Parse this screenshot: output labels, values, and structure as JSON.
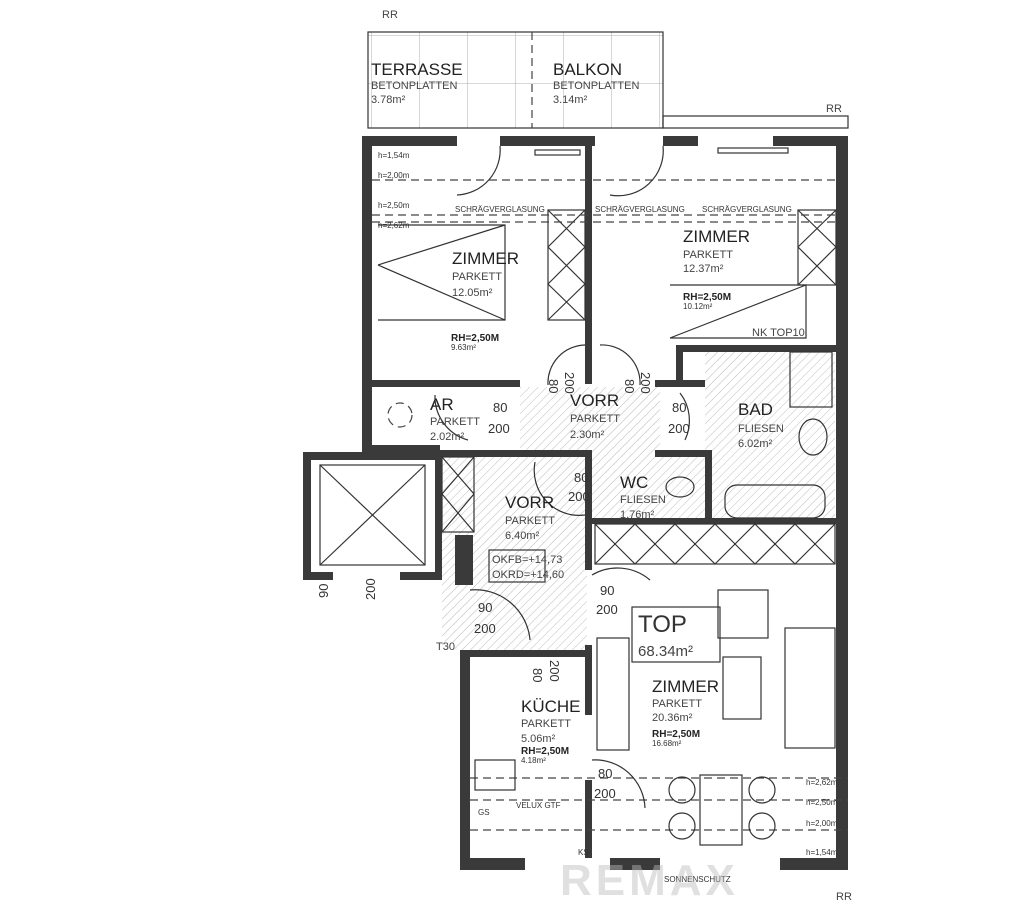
{
  "markers": {
    "rr": "RR",
    "t30": "T30",
    "nk": "NK TOP10",
    "sonnenschutz": "SONNENSCHUTZ",
    "schraegverglasung": "SCHRÄGVERGLASUNG",
    "velux": "VELUX GTF",
    "gs": "GS",
    "ks": "KS"
  },
  "heights": [
    "h=1,54m",
    "h=2,00m",
    "h=2,50m",
    "h=2,62m"
  ],
  "rooms": {
    "terrasse": {
      "name": "TERRASSE",
      "floor": "BETONPLATTEN",
      "area": "3.78m²"
    },
    "balkon": {
      "name": "BALKON",
      "floor": "BETONPLATTEN",
      "area": "3.14m²"
    },
    "zimmer1": {
      "name": "ZIMMER",
      "floor": "PARKETT",
      "area": "12.05m²",
      "rh": "RH=2,50M",
      "rh_area": "9.63m²"
    },
    "zimmer2": {
      "name": "ZIMMER",
      "floor": "PARKETT",
      "area": "12.37m²",
      "rh": "RH=2,50M",
      "rh_area": "10.12m²"
    },
    "ar": {
      "name": "AR",
      "floor": "PARKETT",
      "area": "2.02m²"
    },
    "vorr1": {
      "name": "VORR",
      "floor": "PARKETT",
      "area": "2.30m²"
    },
    "bad": {
      "name": "BAD",
      "floor": "FLIESEN",
      "area": "6.02m²"
    },
    "wc": {
      "name": "WC",
      "floor": "FLIESEN",
      "area": "1.76m²"
    },
    "vorr2": {
      "name": "VORR",
      "floor": "PARKETT",
      "area": "6.40m²",
      "okff": "OKFB=+14,73",
      "okrd": "OKRD=+14,60"
    },
    "kueche": {
      "name": "KÜCHE",
      "floor": "PARKETT",
      "area": "5.06m²",
      "rh": "RH=2,50M",
      "rh_area": "4.18m²"
    },
    "wohnen": {
      "name": "ZIMMER",
      "floor": "PARKETT",
      "area": "20.36m²",
      "rh": "RH=2,50M",
      "rh_area": "16.68m²"
    }
  },
  "top": {
    "label": "TOP",
    "area": "68.34m²"
  },
  "doors": {
    "w80": "80",
    "w90": "90",
    "h200": "200"
  },
  "watermark": "REMAX"
}
